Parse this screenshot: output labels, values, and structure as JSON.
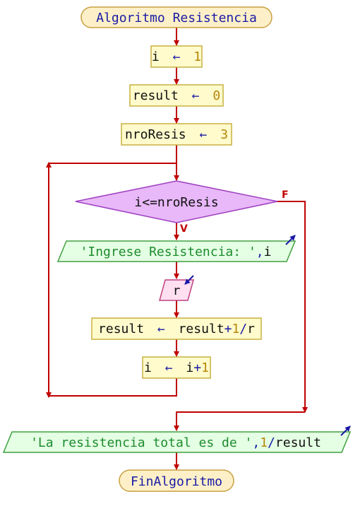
{
  "diagram": {
    "start_label": "Algoritmo Resistencia",
    "end_label": "FinAlgoritmo",
    "assign_i_var": "i",
    "assign_i_val": "1",
    "assign_result_var": "result",
    "assign_result_val": "0",
    "assign_nro_var": "nroResis",
    "assign_nro_val": "3",
    "assign_arrow": "←",
    "condition": "i<=nroResis",
    "true_flag": "V",
    "false_flag": "F",
    "input_prompt_str": "'Ingrese Resistencia: '",
    "input_prompt_sep": ",",
    "input_prompt_var": "i",
    "read_var": "r",
    "calc_var": "result",
    "calc_expr_a": "result",
    "calc_expr_plus": "+",
    "calc_expr_num": "1",
    "calc_expr_div": "/",
    "calc_expr_b": "r",
    "inc_var": "i",
    "inc_expr_a": "i",
    "inc_expr_plus": "+",
    "inc_expr_num": "1",
    "output_str": "'La resistencia total es de '",
    "output_sep": ",",
    "output_num": "1",
    "output_div": "/",
    "output_var": "result"
  },
  "colors": {
    "flow_line": "#c00000",
    "terminal_fill": "#fdf0c8",
    "terminal_stroke": "#c8a040",
    "process_fill": "#fffbcc",
    "process_stroke": "#c8b040",
    "decision_fill": "#e8b8f8",
    "decision_stroke": "#a040c0",
    "io_fill": "#e4ffe4",
    "io_stroke": "#40a040",
    "read_fill": "#ffdff0",
    "read_stroke": "#c04080",
    "io_arrow": "#1a1aa6"
  }
}
